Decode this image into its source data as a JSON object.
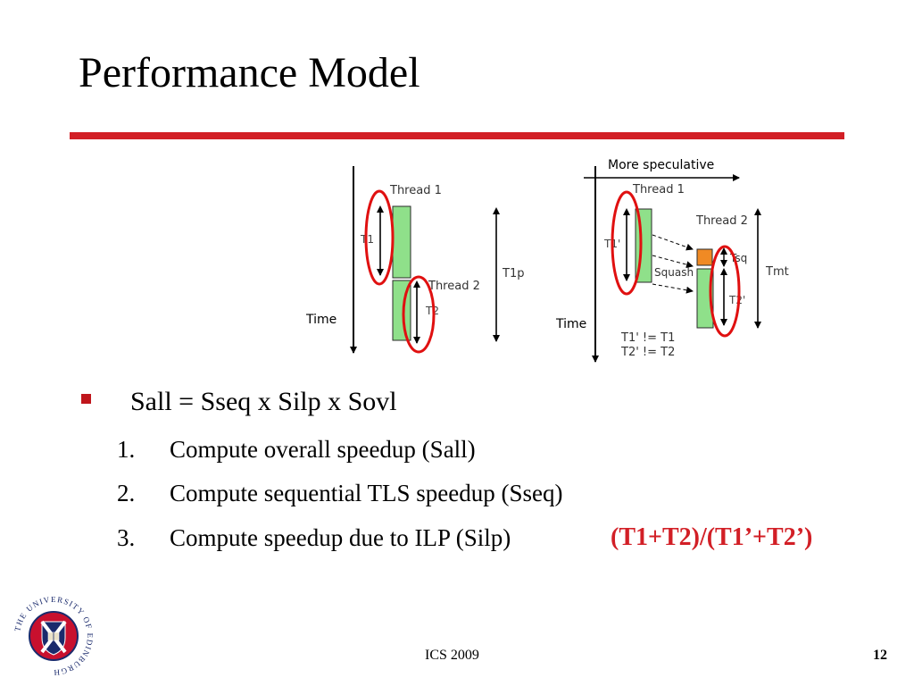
{
  "slide": {
    "title": "Performance Model",
    "accent_color": "#d21f26"
  },
  "figure_left": {
    "thread1": "Thread 1",
    "thread2": "Thread 2",
    "t1": "T1",
    "t2": "T2",
    "t1p": "T1p",
    "time": "Time"
  },
  "figure_right": {
    "top_axis": "More speculative",
    "thread1": "Thread 1",
    "thread2": "Thread 2",
    "t1": "T1'",
    "t2": "T2'",
    "squash": "Squash",
    "tsq": "Tsq",
    "tmt": "Tmt",
    "time": "Time",
    "note1": "T1' != T1",
    "note2": "T2' != T2"
  },
  "bullets": {
    "main": "Sall = Sseq x Silp x Sovl",
    "items": [
      {
        "num": "1.",
        "text": "Compute overall speedup (Sall)"
      },
      {
        "num": "2.",
        "text": "Compute sequential TLS speedup (Sseq)"
      },
      {
        "num": "3.",
        "text": "Compute speedup due to ILP (Silp)"
      }
    ],
    "formula": "(T1+T2)/(T1’+T2’)"
  },
  "footer": {
    "center": "ICS 2009",
    "page": "12"
  },
  "logo": {
    "ring_text": "THE UNIVERSITY OF EDINBURGH"
  }
}
